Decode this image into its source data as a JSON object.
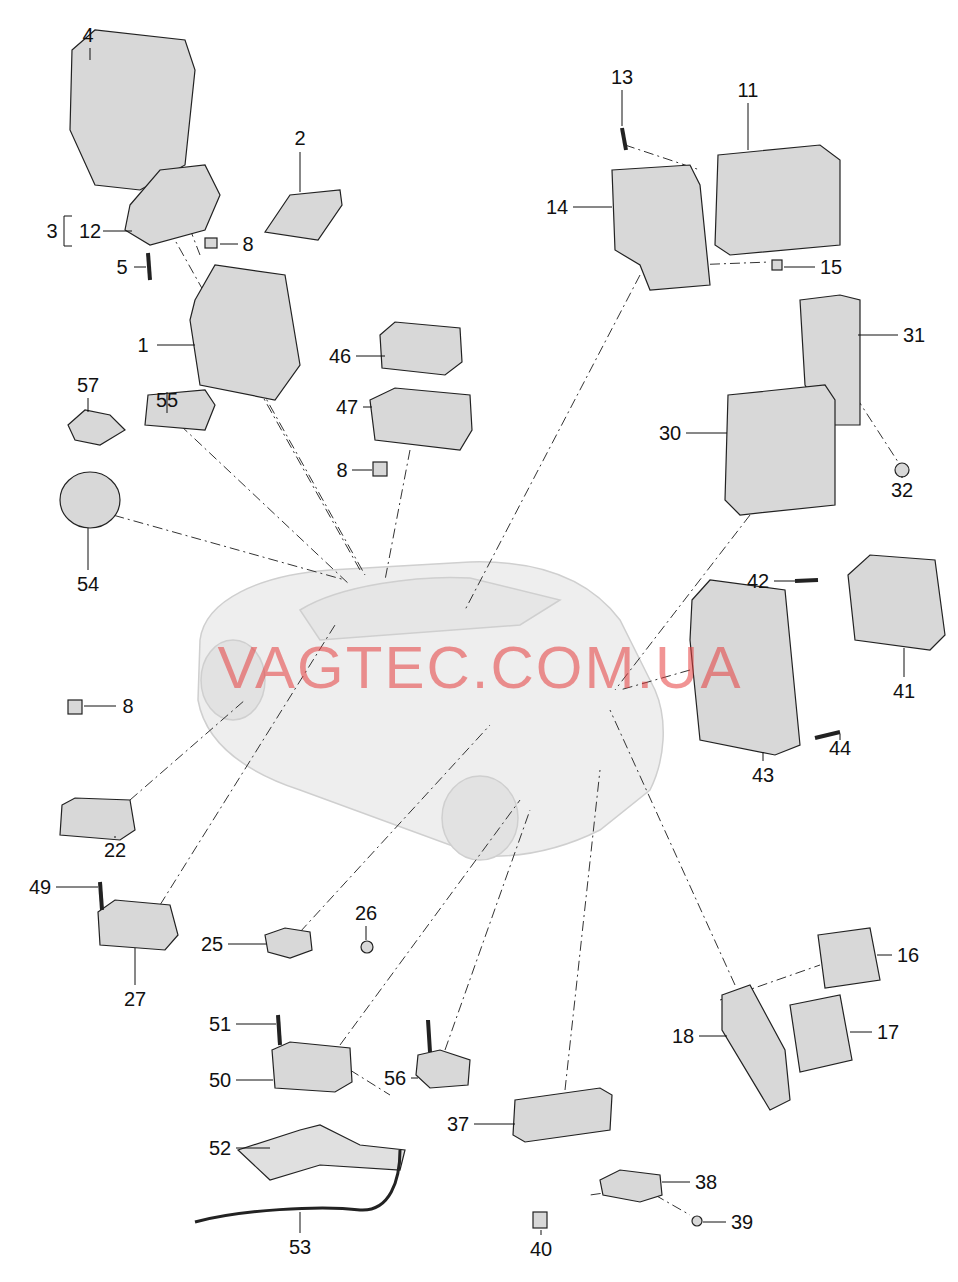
{
  "diagram": {
    "labels": [
      "4",
      "2",
      "3",
      "12",
      "8",
      "5",
      "1",
      "13",
      "11",
      "14",
      "15",
      "31",
      "46",
      "47",
      "8",
      "57",
      "55",
      "30",
      "32",
      "54",
      "42",
      "41",
      "VAGTEC.COM.UA",
      "8",
      "44",
      "43",
      "22",
      "49",
      "26",
      "25",
      "16",
      "27",
      "17",
      "18",
      "51",
      "50",
      "56",
      "52",
      "37",
      "38",
      "39",
      "53",
      "40"
    ]
  }
}
